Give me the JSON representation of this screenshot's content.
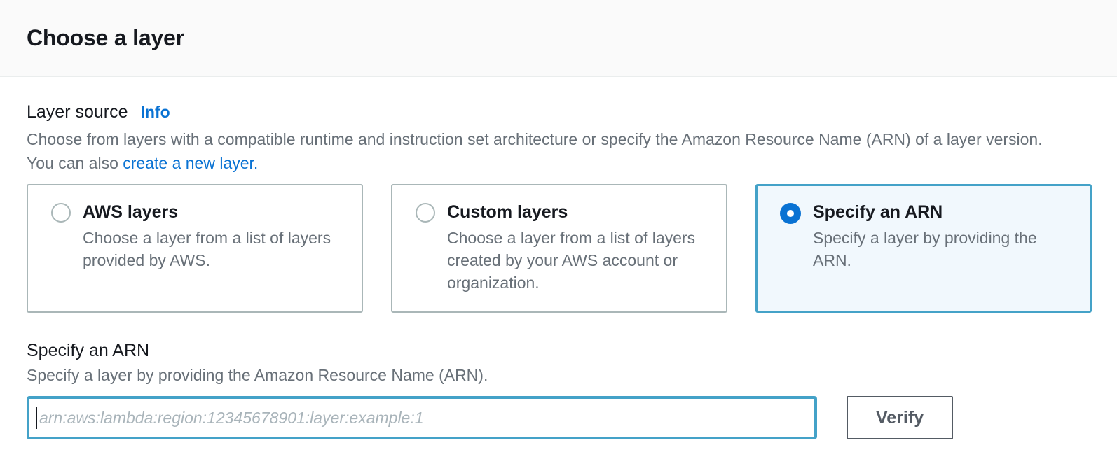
{
  "header": {
    "title": "Choose a layer"
  },
  "layer_source": {
    "label": "Layer source",
    "info_link": "Info",
    "description_text": "Choose from layers with a compatible runtime and instruction set architecture or specify the Amazon Resource Name (ARN) of a layer version. You can also ",
    "create_layer_link": "create a new layer."
  },
  "options": [
    {
      "title": "AWS layers",
      "description": "Choose a layer from a list of layers provided by AWS.",
      "selected": false
    },
    {
      "title": "Custom layers",
      "description": "Choose a layer from a list of layers created by your AWS account or organization.",
      "selected": false
    },
    {
      "title": "Specify an ARN",
      "description": "Specify a layer by providing the ARN.",
      "selected": true
    }
  ],
  "arn_section": {
    "heading": "Specify an ARN",
    "description": "Specify a layer by providing the Amazon Resource Name (ARN).",
    "input_value": "",
    "input_placeholder": "arn:aws:lambda:region:12345678901:layer:example:1",
    "verify_button": "Verify"
  },
  "colors": {
    "accent_blue": "#0972d3",
    "focus_teal": "#44a2c8",
    "selected_tile_bg": "#f1f8fd",
    "tile_border": "#aab7b8",
    "body_text": "#687078",
    "heading_text": "#16191f",
    "button_gray": "#545b64",
    "header_band_bg": "#fafafa",
    "divider": "#eaeded"
  }
}
